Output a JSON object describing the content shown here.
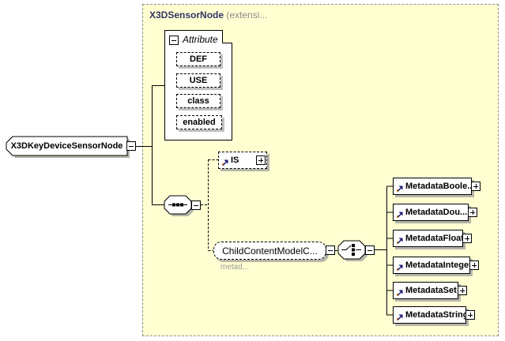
{
  "diagram": {
    "root": {
      "label": "X3DKeyDeviceSensorNode"
    },
    "region": {
      "title": "X3DSensorNode",
      "title_suffix": "(extensi...",
      "attribute_group": {
        "label": "Attribute",
        "attributes": [
          "DEF",
          "USE",
          "class",
          "enabled"
        ]
      },
      "is": {
        "label": "IS"
      },
      "ccm": {
        "label": "ChildContentModelC...",
        "annotation": "metad..."
      },
      "metadata": [
        "MetadataBoole...",
        "MetadataDou...",
        "MetadataFloat",
        "MetadataInteger",
        "MetadataSet",
        "MetadataString"
      ]
    },
    "colors": {
      "region_fill": "#ffffd2",
      "region_border": "#8f8f8f",
      "title_text": "#333366",
      "muted_text": "#9a9a9a",
      "shadow": "#b5b5aa",
      "ref_arrow_orange": "#cc6a00",
      "ref_arrow_navy": "#1a1a70"
    }
  }
}
